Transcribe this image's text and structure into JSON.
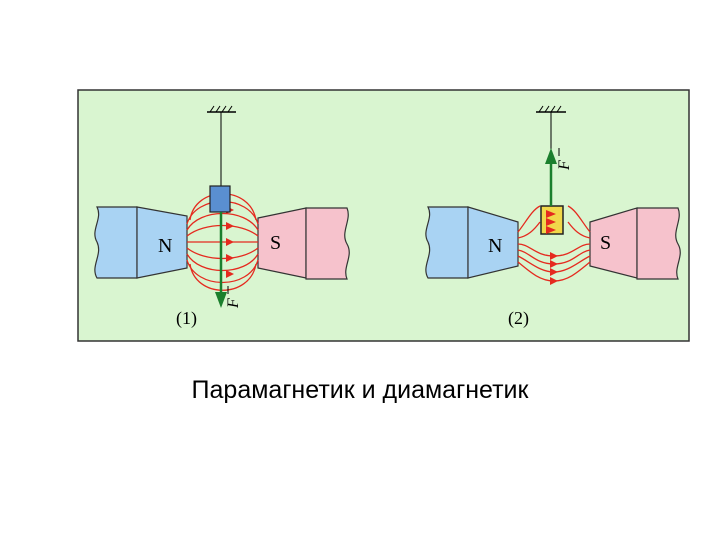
{
  "colors": {
    "panel_bg": "#d9f5d0",
    "north_pole": "#a9d3f3",
    "south_pole": "#f6c2cc",
    "field_lines": "#e52a1f",
    "force_arrow": "#1b7f2d",
    "sample_para": "#5a8fd1",
    "sample_dia": "#f1d84a"
  },
  "diagram": {
    "left": {
      "north_label": "N",
      "south_label": "S",
      "force_label": "F",
      "panel_label": "(1)"
    },
    "right": {
      "north_label": "N",
      "south_label": "S",
      "force_label": "F",
      "panel_label": "(2)"
    }
  },
  "caption": "Парамагнетик и диамагнетик"
}
